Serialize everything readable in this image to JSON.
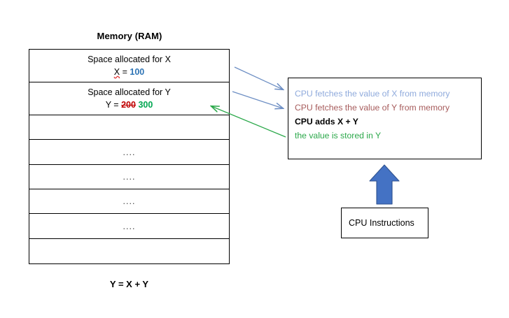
{
  "memory": {
    "title": "Memory (RAM)",
    "rows": [
      {
        "kind": "variable",
        "heading": "Space allocated for X",
        "name": "X",
        "equals": "=",
        "value": "100",
        "old_value": "",
        "misspelled": true
      },
      {
        "kind": "variable",
        "heading": "Space allocated for Y",
        "name": "Y",
        "equals": "=",
        "value": "300",
        "old_value": "200",
        "misspelled": false
      },
      {
        "kind": "empty",
        "text": ""
      },
      {
        "kind": "dots",
        "text": "...."
      },
      {
        "kind": "dots",
        "text": "...."
      },
      {
        "kind": "dots",
        "text": "...."
      },
      {
        "kind": "dots",
        "text": "...."
      },
      {
        "kind": "empty",
        "text": ""
      }
    ],
    "formula": "Y = X + Y"
  },
  "cpu_operations": {
    "lines": [
      "CPU fetches the value of X from memory",
      "CPU fetches the value of Y from memory",
      "CPU adds X + Y",
      "the value is stored in Y"
    ]
  },
  "cpu_instructions": {
    "label": "CPU Instructions"
  },
  "arrows": {
    "fetch_x": "blue-arrow-memory-to-cpu-x",
    "fetch_y": "blue-arrow-memory-to-cpu-y",
    "store_y": "green-arrow-cpu-to-memory-y",
    "feed_instructions": "blue-up-arrow"
  },
  "colors": {
    "value_new": "#2E74B5",
    "value_old": "#C00000",
    "value_stored": "#00A650",
    "cpu_line_1": "#8FAADC",
    "cpu_line_2": "#A65B5B",
    "cpu_line_3": "#000000",
    "cpu_line_4": "#2BA84A",
    "arrow_blue": "#4472C4",
    "arrow_green": "#2BA84A",
    "border": "#000000"
  }
}
